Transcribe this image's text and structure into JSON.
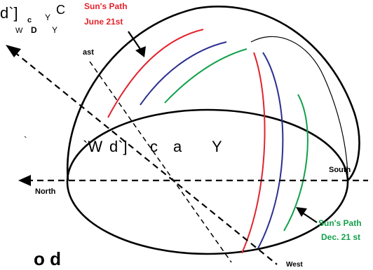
{
  "garbled_top": [
    "d`]",
    "C",
    "c",
    "Y",
    "W",
    "D",
    "Y"
  ],
  "labels": {
    "sun_path_june": [
      "Sun's Path",
      "June 21st"
    ],
    "sun_path_dec": [
      "Sun's Path",
      "Dec. 21 st"
    ],
    "east_fragment": "ast",
    "north": "North",
    "south": "South",
    "west": "West",
    "middle_garbled": [
      "`",
      "`W",
      "d`]",
      "c",
      "a",
      "Y"
    ],
    "bottom_fragment": "o d"
  },
  "colors": {
    "summer_path": "#e3232c",
    "equinox_path": "#2b2f8f",
    "winter_path": "#12a14b",
    "june_label": "#e3232c",
    "dec_label": "#12a14b",
    "outline": "#000000"
  }
}
